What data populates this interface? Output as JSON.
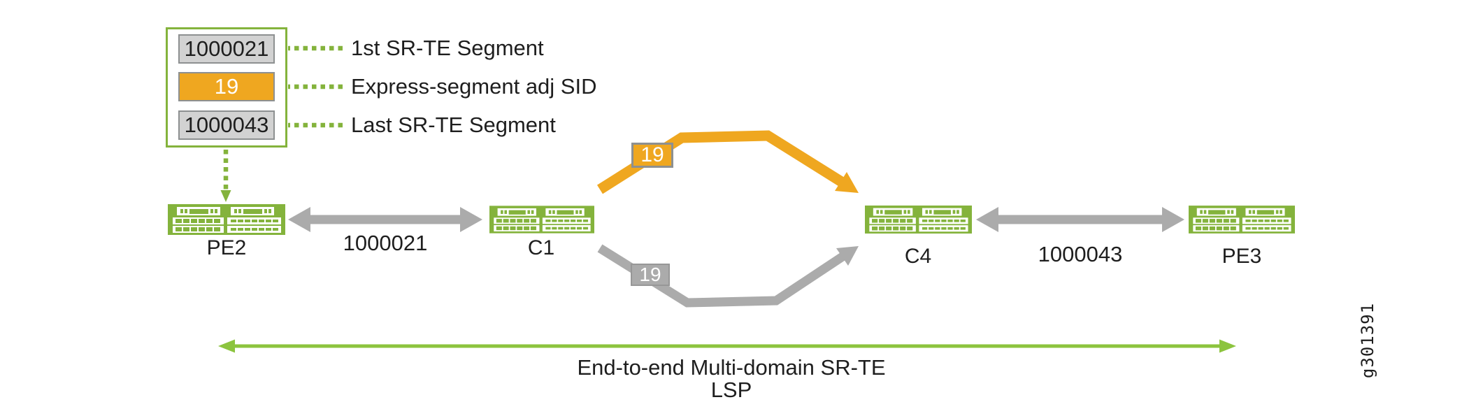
{
  "figure": {
    "caption": "End-to-end Multi-domain SR-TE LSP",
    "id_label": "g301391"
  },
  "legend": {
    "items": [
      {
        "value": "1000021",
        "label": "1st SR-TE Segment"
      },
      {
        "value": "19",
        "label": "Express-segment adj SID"
      },
      {
        "value": "1000043",
        "label": "Last SR-TE Segment"
      }
    ]
  },
  "routers": [
    {
      "name": "PE2"
    },
    {
      "name": "C1"
    },
    {
      "name": "C4"
    },
    {
      "name": "PE3"
    }
  ],
  "links": [
    {
      "from": "PE2",
      "to": "C1",
      "label": "1000021"
    },
    {
      "from": "C4",
      "to": "PE3",
      "label": "1000043"
    }
  ],
  "express_paths": [
    {
      "from": "C1",
      "to": "C4",
      "sid": "19",
      "style": "express-segment (orange)"
    },
    {
      "from": "C1",
      "to": "C4",
      "sid": "19",
      "style": "underlying path (gray)"
    }
  ],
  "colors": {
    "green": "#84b33c",
    "green_bright": "#8cc43e",
    "orange": "#efa720",
    "gray_arrow": "#ababab",
    "gray_box_fill": "#d2d2d2",
    "gray_border": "#8d9091",
    "text": "#1e1e1e"
  }
}
